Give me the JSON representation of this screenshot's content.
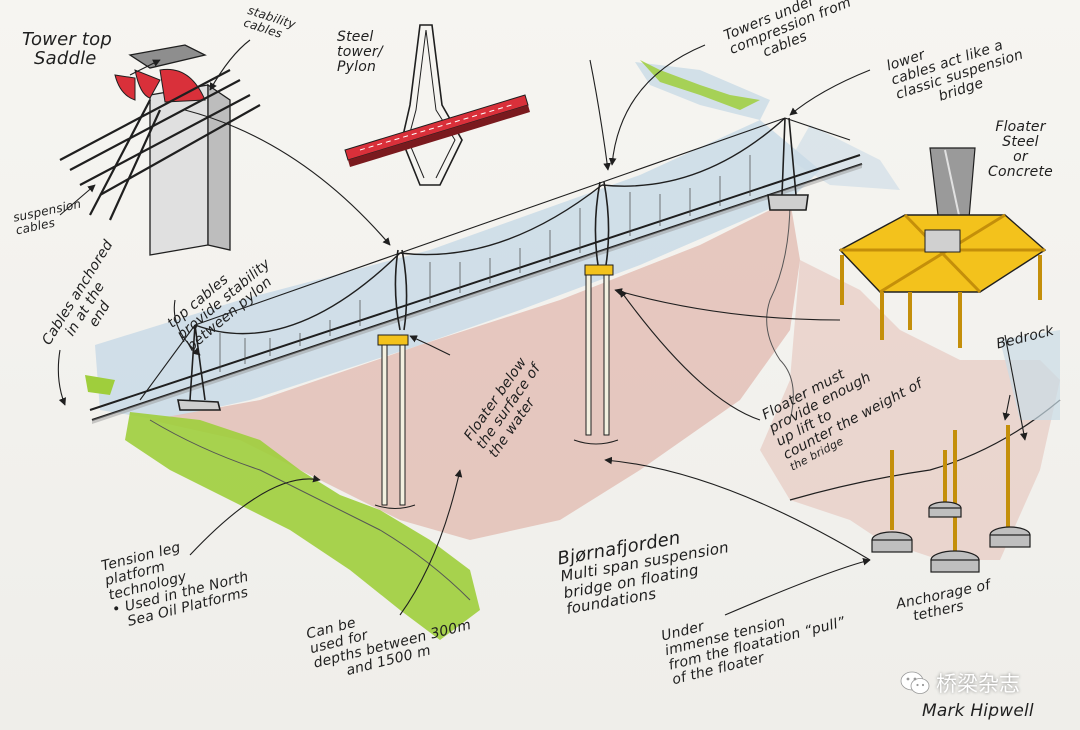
{
  "labels": {
    "tower_top_saddle": [
      "Tower top",
      "Saddle"
    ],
    "stability_cables": [
      "stability",
      "cables"
    ],
    "suspension_cables": [
      "suspension",
      "cables"
    ],
    "steel_tower": [
      "Steel",
      "tower/",
      "Pylon"
    ],
    "towers_compression": [
      "Towers under",
      "compression from",
      "cables"
    ],
    "lower_cables": [
      "lower",
      "cables act like a",
      "classic suspension",
      "bridge"
    ],
    "floater_material": [
      "Floater",
      "Steel",
      "or",
      "Concrete"
    ],
    "cables_anchored": [
      "Cables anchored",
      "in at the",
      "end"
    ],
    "top_cables": [
      "top cables",
      "provide stability",
      "between pylon"
    ],
    "floater_below": [
      "Floater below",
      "the surface of",
      "the water"
    ],
    "floater_uplift": [
      "Floater must",
      "provide enough",
      "up lift to",
      "counter the weight of",
      "the bridge"
    ],
    "bedrock": [
      "Bedrock"
    ],
    "tension_leg": [
      "Tension leg",
      "platform",
      "technology",
      "• Used in the North",
      "Sea Oil Platforms"
    ],
    "depths": [
      "Can be",
      "used for",
      "depths between 300m",
      "and 1500 m"
    ],
    "bjornafjorden": [
      "Bjørnafjorden",
      "Multi span suspension",
      "bridge on floating",
      "foundations"
    ],
    "immense_tension": [
      "Under",
      "immense tension",
      "from the floatation “pull”",
      "of the floater"
    ],
    "anchorage": [
      "Anchorage of",
      "tethers"
    ]
  },
  "watermark": "桥梁杂志",
  "signature": "Mark Hipwell",
  "colors": {
    "water": "#c9dbe6",
    "seabed": "#e3bfb6",
    "land_green": "#9fce3c",
    "floater": "#f3c21c",
    "pylon_red": "#d9303a",
    "ink": "#1f1f1f"
  }
}
